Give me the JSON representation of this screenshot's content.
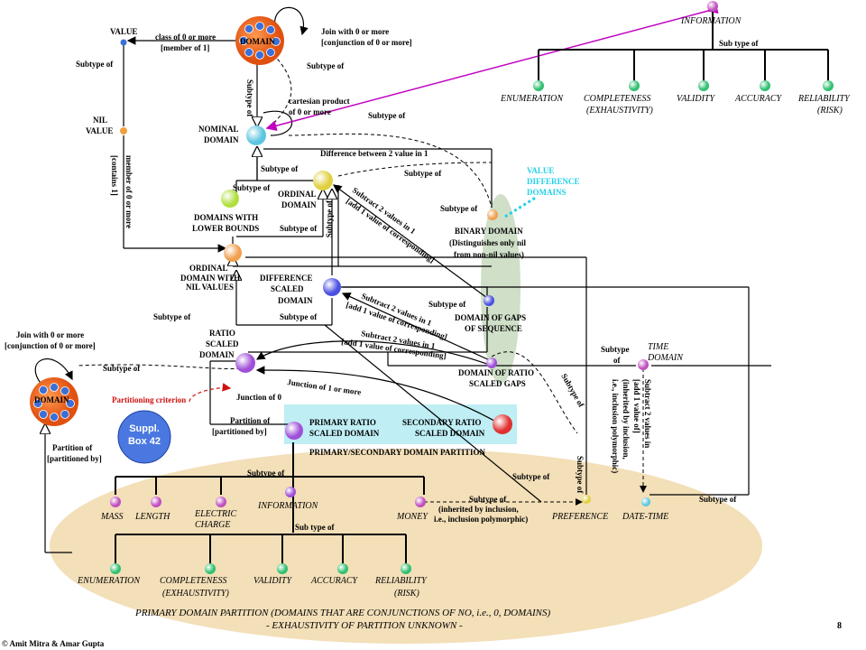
{
  "nodes": {
    "value": "VALUE",
    "domain_top": "DOMAIN",
    "domain_left": "DOMAIN",
    "nil_value_1": "NIL",
    "nil_value_2": "VALUE",
    "nominal_domain_1": "NOMINAL",
    "nominal_domain_2": "DOMAIN",
    "ordinal_domain_1": "ORDINAL",
    "ordinal_domain_2": "DOMAIN",
    "lower_bounds_1": "DOMAINS WITH",
    "lower_bounds_2": "LOWER BOUNDS",
    "ordinal_nil_1": "ORDINAL",
    "ordinal_nil_2": "DOMAIN WITH",
    "ordinal_nil_3": "NIL VALUES",
    "difference_scaled_1": "DIFFERENCE",
    "difference_scaled_2": "SCALED",
    "difference_scaled_3": "DOMAIN",
    "binary_domain_1": "BINARY DOMAIN",
    "binary_domain_2": "(Distinguishes only nil",
    "binary_domain_3": "from non-nil values)",
    "gaps_sequence_1": "DOMAIN OF GAPS",
    "gaps_sequence_2": "OF SEQUENCE",
    "ratio_scaled_1": "RATIO",
    "ratio_scaled_2": "SCALED",
    "ratio_scaled_3": "DOMAIN",
    "ratio_gaps_1": "DOMAIN OF RATIO",
    "ratio_gaps_2": "SCALED GAPS",
    "value_diff_1": "VALUE",
    "value_diff_2": "DIFFERENCE",
    "value_diff_3": "DOMAINS",
    "time_domain_1": "TIME",
    "time_domain_2": "DOMAIN",
    "primary_ratio_1": "PRIMARY RATIO",
    "primary_ratio_2": "SCALED DOMAIN",
    "secondary_ratio_1": "SECONDARY RATIO",
    "secondary_ratio_2": "SCALED DOMAIN",
    "psd_partition": "PRIMARY/SECONDARY DOMAIN PARTITION",
    "information_top": "INFORMATION",
    "information_bottom": "INFORMATION",
    "mass": "MASS",
    "length": "LENGTH",
    "electric_1": "ELECTRIC",
    "electric_2": "CHARGE",
    "money": "MONEY",
    "preference": "PREFERENCE",
    "date_time": "DATE-TIME",
    "suppl_1": "Suppl.",
    "suppl_2": "Box 42"
  },
  "info_subtypes_top": [
    {
      "l1": "ENUMERATION",
      "l2": ""
    },
    {
      "l1": "COMPLETENESS",
      "l2": "(EXHAUSTIVITY)"
    },
    {
      "l1": "VALIDITY",
      "l2": ""
    },
    {
      "l1": "ACCURACY",
      "l2": ""
    },
    {
      "l1": "RELIABILITY",
      "l2": "(RISK)"
    }
  ],
  "info_subtypes_bottom": [
    {
      "l1": "ENUMERATION",
      "l2": ""
    },
    {
      "l1": "COMPLETENESS",
      "l2": "(EXHAUSTIVITY)"
    },
    {
      "l1": "VALIDITY",
      "l2": ""
    },
    {
      "l1": "ACCURACY",
      "l2": ""
    },
    {
      "l1": "RELIABILITY",
      "l2": "(RISK)"
    }
  ],
  "edges": {
    "class_of_1": "class of 0 or more",
    "class_of_2": "[member of 1]",
    "join_top_1": "Join with 0 or more",
    "join_top_2": "[conjunction of 0 or more]",
    "join_left_1": "Join with 0 or more",
    "join_left_2": "[conjunction of 0 or more]",
    "cartesian_1": "cartesian product",
    "cartesian_2": "of 0 or more",
    "member_of": "member of 0 or more",
    "contains": "[contains 1]",
    "diff_between": "Difference between 2 value in 1",
    "subtract_1": "Subtract 2 values in 1",
    "subtract_1b": "[add 1 value of corresponding]",
    "subtract_2": "Subtract 2 values in 1",
    "subtract_2b": "[add 1 value of corresponding]",
    "subtract_3": "Subtract 2 values in 1",
    "subtract_3b": "[add 1 value of corresponding]",
    "subtract_time_1": "Subtract 2 values in",
    "subtract_time_2": "[add 1 value of]",
    "subtract_time_3": "(inherited by inclusion,",
    "subtract_time_4": "i.e., inclusion polymorphic)",
    "partitioning": "Partitioning criterion",
    "junction_0": "Junction of 0",
    "junction_1": "Junction of 1 or more",
    "partition_of_1": "Partition of",
    "partition_of_2": "[partitioned by]",
    "partition_of_left_1": "Partition of",
    "partition_of_left_2": "[partitioned by]",
    "inherited_1": "Subtype of",
    "inherited_2": "(inherited by inclusion,",
    "inherited_3": "i.e., inclusion polymorphic)",
    "subtype_of": "Subtype of",
    "sub_type_of": "Sub type of"
  },
  "footer": {
    "caption_1": "PRIMARY DOMAIN PARTITION  (DOMAINS THAT ARE CONJUNCTIONS OF NO, i.e., 0,  DOMAINS)",
    "caption_2": "- EXHAUSTIVITY OF PARTITION UNKNOWN -",
    "copyright": "© Amit Mitra & Amar Gupta",
    "page": "8"
  },
  "colors": {
    "domain_orange": "#f26b1d",
    "domain_ball": "#3a6fd8",
    "nominal": "#7fd6e6",
    "ordinal": "#e8e070",
    "lower_bounds": "#c8e86a",
    "ordinal_nil": "#f2b070",
    "difference_scaled": "#6a6ee8",
    "ratio_scaled": "#b070e0",
    "primary_ratio": "#c070e0",
    "secondary_ratio": "#e05050",
    "info_green": "#4fd08a",
    "magenta_node": "#d070d0",
    "partition_box": "#bfeef5",
    "ellipse_fill": "#f3dfb8",
    "gap_oval": "#cfdfc8",
    "suppl_box": "#4a78e0",
    "value_diff_text": "#22d0e8",
    "arrow_magenta": "#c000c0",
    "partitioning_red": "#d01010"
  }
}
